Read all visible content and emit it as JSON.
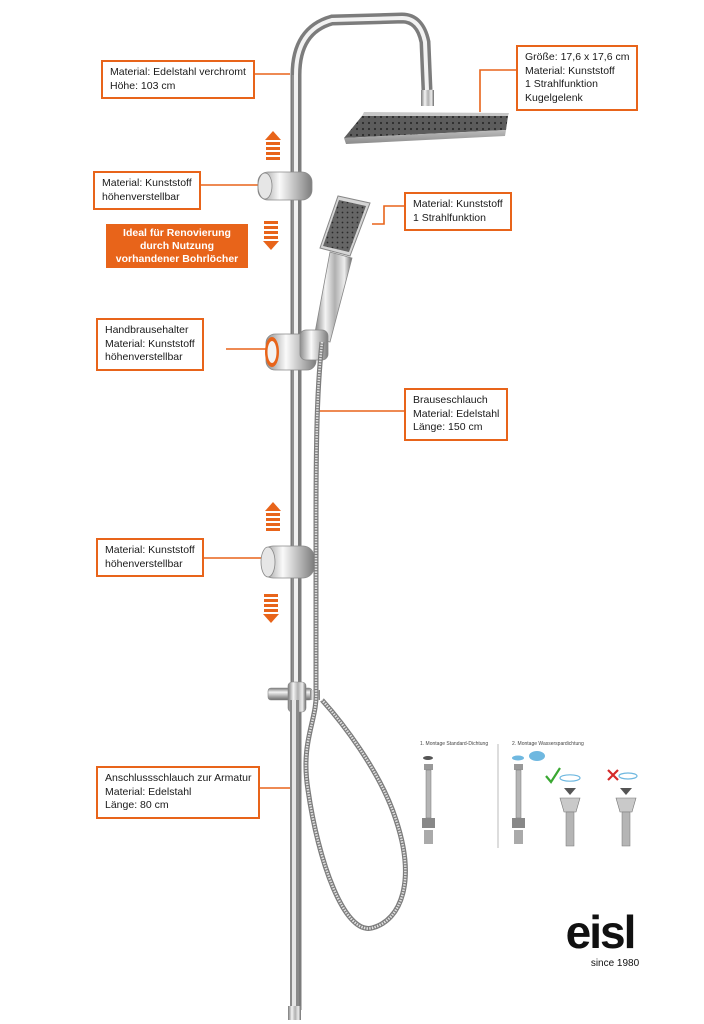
{
  "callouts": {
    "rod": {
      "lines": [
        "Material: Edelstahl verchromt",
        "Höhe: 103 cm"
      ]
    },
    "head": {
      "lines": [
        "Größe: 17,6 x 17,6 cm",
        "Material: Kunststoff",
        "1 Strahlfunktion",
        "Kugelgelenk"
      ]
    },
    "holder_top": {
      "lines": [
        "Material: Kunststoff",
        "höhenverstellbar"
      ]
    },
    "hand_shower": {
      "lines": [
        "Material: Kunststoff",
        "1 Strahlfunktion"
      ]
    },
    "hand_holder": {
      "lines": [
        "Handbrausehalter",
        "Material: Kunststoff",
        "höhenverstellbar"
      ]
    },
    "hose": {
      "lines": [
        "Brauseschlauch",
        "Material: Edelstahl",
        "Länge: 150 cm"
      ]
    },
    "holder_bottom": {
      "lines": [
        "Material: Kunststoff",
        "höhenverstellbar"
      ]
    },
    "connection_hose": {
      "lines": [
        "Anschlussschlauch zur Armatur",
        "Material: Edelstahl",
        "Länge: 80 cm"
      ]
    }
  },
  "promo": {
    "lines": [
      "Ideal für Renovierung",
      "durch Nutzung",
      "vorhandener Bohrlöcher"
    ]
  },
  "mounting": {
    "step1": "1. Montage Standard-Dichtung",
    "step2": "2. Montage Wasserspardichtung"
  },
  "logo": {
    "brand": "eisl",
    "tagline": "since 1980"
  },
  "colors": {
    "accent": "#e8641a",
    "check": "#3aa832",
    "cross": "#d42a2a",
    "water": "#6fb8e0"
  }
}
